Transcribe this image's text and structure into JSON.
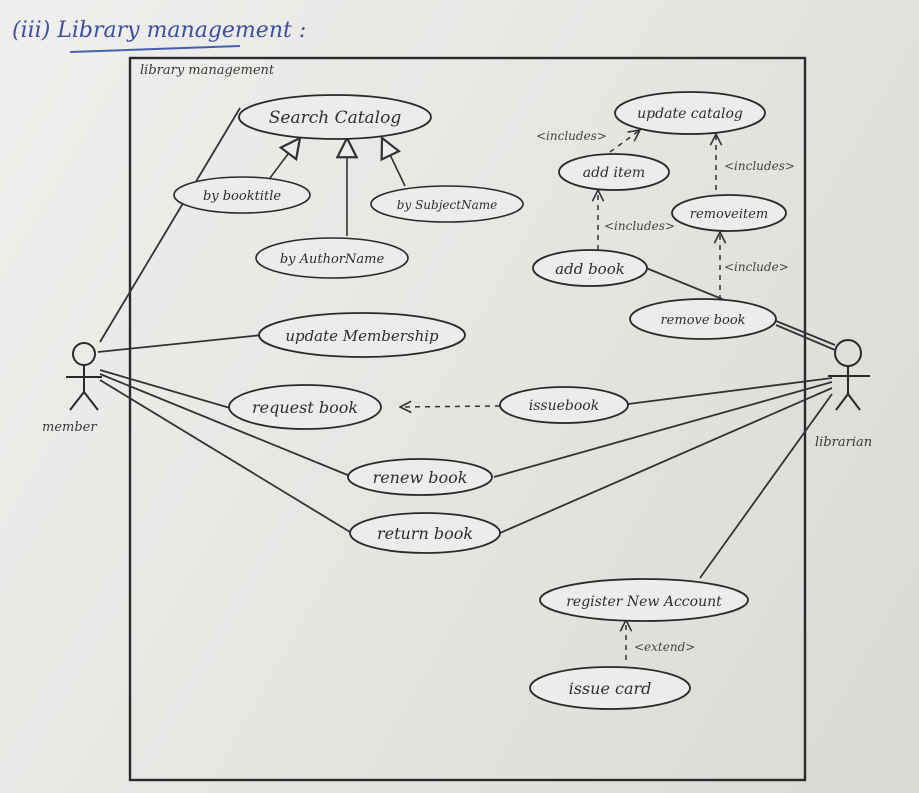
{
  "page_heading": "(iii) Library management :",
  "system_boundary": {
    "label": "library management"
  },
  "actors": {
    "member": {
      "label": "member"
    },
    "librarian": {
      "label": "librarian"
    }
  },
  "use_cases": {
    "search_catalog": "Search Catalog",
    "by_book_title": "by booktitle",
    "by_subject_name": "by SubjectName",
    "by_author_name": "by AuthorName",
    "update_membership": "update Membership",
    "request_book": "request book",
    "issue_book": "issuebook",
    "renew_book": "renew book",
    "return_book": "return book",
    "update_catalog": "update catalog",
    "add_item": "add item",
    "remove_item": "removeitem",
    "add_book": "add book",
    "remove_book": "remove book",
    "register_new_account": "register New Account",
    "issue_card": "issue card"
  },
  "relations": {
    "includes_1": "<includes>",
    "includes_2": "<includes>",
    "includes_3": "<includes>",
    "includes_4": "<include>",
    "extend": "<extend>"
  },
  "colors": {
    "ink": "#2e2e2e",
    "heading_ink": "#3c4fa3",
    "paper": "#ececea"
  }
}
